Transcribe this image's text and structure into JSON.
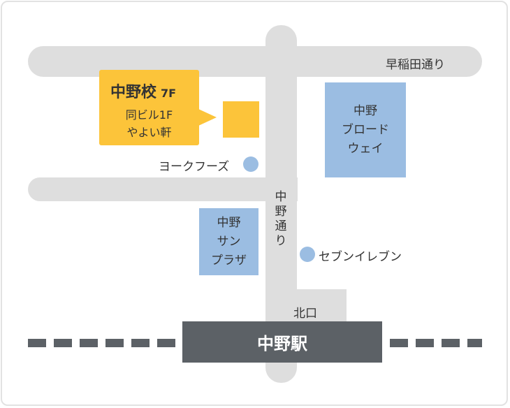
{
  "map": {
    "roads": {
      "waseda": "早稲田通り",
      "nakano_dori": [
        "中",
        "野",
        "通",
        "り"
      ]
    },
    "school": {
      "name": "中野校",
      "floor": "7F",
      "note_line1": "同ビル1F",
      "note_line2": "やよい軒",
      "color": "#fcc43a"
    },
    "buildings": {
      "broadway": [
        "中野",
        "ブロード",
        "ウェイ"
      ],
      "sunplaza": [
        "中野",
        "サン",
        "プラザ"
      ]
    },
    "landmarks": {
      "york_foods": "ヨークフーズ",
      "seven_eleven": "セブンイレブン"
    },
    "station": {
      "name": "中野駅",
      "exit": "北口",
      "color": "#5c6166"
    },
    "colors": {
      "road": "#dedede",
      "building": "#9bbde2"
    }
  }
}
